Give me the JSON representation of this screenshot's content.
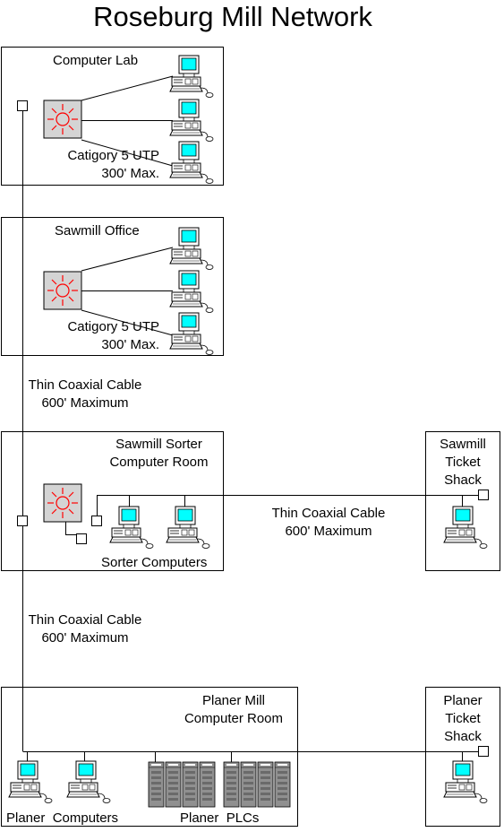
{
  "title": "Roseburg Mill Network",
  "computer_lab": {
    "label": "Computer Lab",
    "cable_line1": "Catigory 5 UTP",
    "cable_line2": "300' Max."
  },
  "sawmill_office": {
    "label": "Sawmill Office",
    "cable_line1": "Catigory 5 UTP",
    "cable_line2": "300' Max."
  },
  "backbone_upper": {
    "line1": "Thin Coaxial Cable",
    "line2": "600' Maximum"
  },
  "sorter_room": {
    "label_line1": "Sawmill Sorter",
    "label_line2": "Computer Room",
    "computers_label": "Sorter Computers"
  },
  "sawmill_shack": {
    "label_line1": "Sawmill",
    "label_line2": "Ticket",
    "label_line3": "Shack"
  },
  "middle_link": {
    "line1": "Thin Coaxial Cable",
    "line2": "600' Maximum"
  },
  "backbone_lower": {
    "line1": "Thin Coaxial Cable",
    "line2": "600' Maximum"
  },
  "planer_room": {
    "label_line1": "Planer Mill",
    "label_line2": "Computer Room",
    "computers_label": "Planer  Computers",
    "plcs_label": "Planer  PLCs"
  },
  "planer_shack": {
    "label_line1": "Planer",
    "label_line2": "Ticket",
    "label_line3": "Shack"
  },
  "colors": {
    "hub_fill": "#d4d4d4",
    "hub_star": "#ff0000",
    "monitor_screen": "#00ffff",
    "plc_body": "#909090"
  }
}
